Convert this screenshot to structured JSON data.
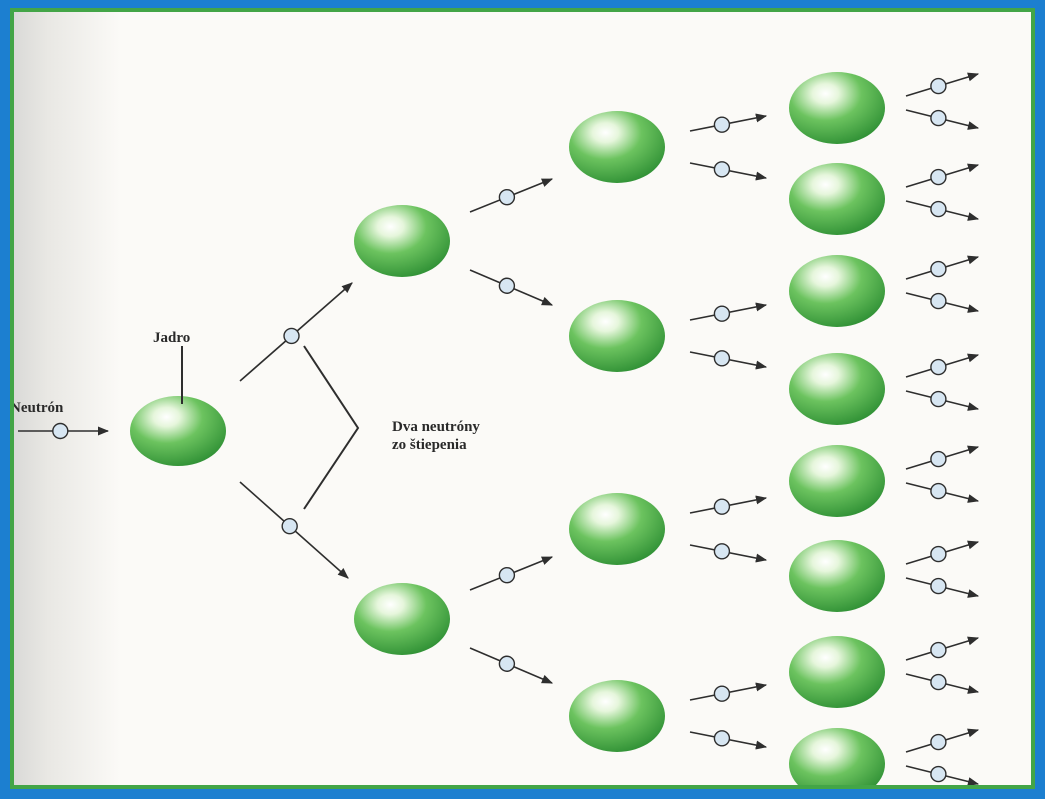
{
  "labels": {
    "neutron": "Neutrón",
    "nucleus": "Jadro",
    "fission_line1": "Dva neutróny",
    "fission_line2": "zo štiepenia"
  },
  "colors": {
    "frame_outer": "#1c7fd0",
    "frame_inner": "#43a547",
    "nucleus": "#3faa3f",
    "neutron": "#d7e6f2",
    "stroke": "#2e2e2e"
  },
  "icons": {
    "nucleus": "green-sphere-icon",
    "neutron": "neutron-circle-icon",
    "arrow": "arrow-icon"
  }
}
